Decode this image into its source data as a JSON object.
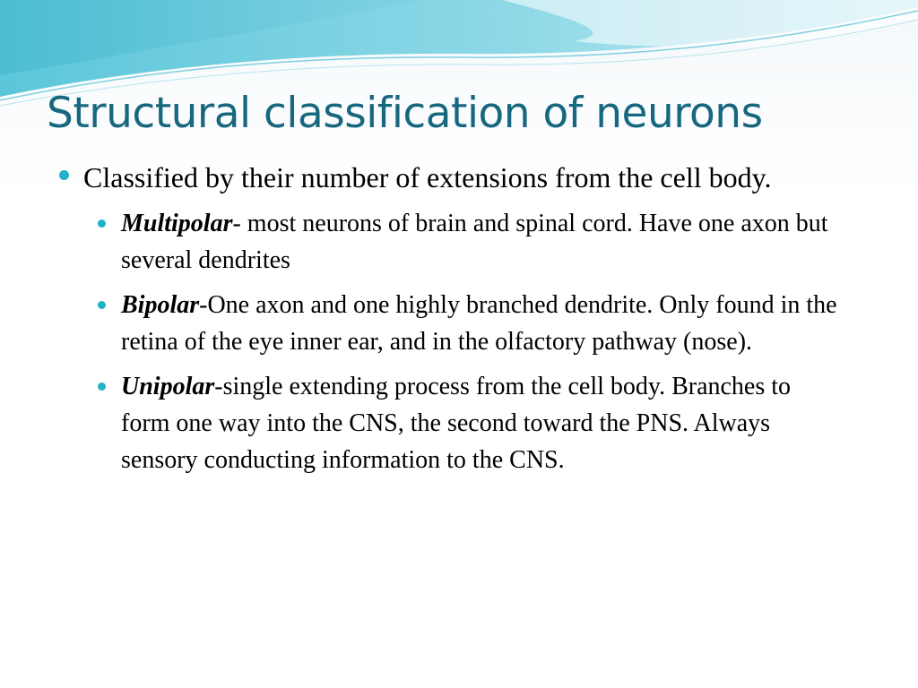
{
  "slide": {
    "title": "Structural classification of neurons",
    "accent_color": "#1fb2c8",
    "title_color": "#17677f",
    "bullet": {
      "text": "Classified by their number of extensions from the cell body.",
      "sub_items": [
        {
          "term": "Multipolar",
          "text": "- most neurons of brain and spinal cord. Have one axon but several dendrites"
        },
        {
          "term": "Bipolar",
          "text": "-One axon and one highly branched dendrite. Only found in the retina of the eye inner ear, and in the olfactory pathway (nose)."
        },
        {
          "term": "Unipolar",
          "text": "-single extending process from the cell body. Branches to form one way into the CNS, the second toward the PNS.  Always sensory conducting information to the CNS."
        }
      ]
    }
  }
}
